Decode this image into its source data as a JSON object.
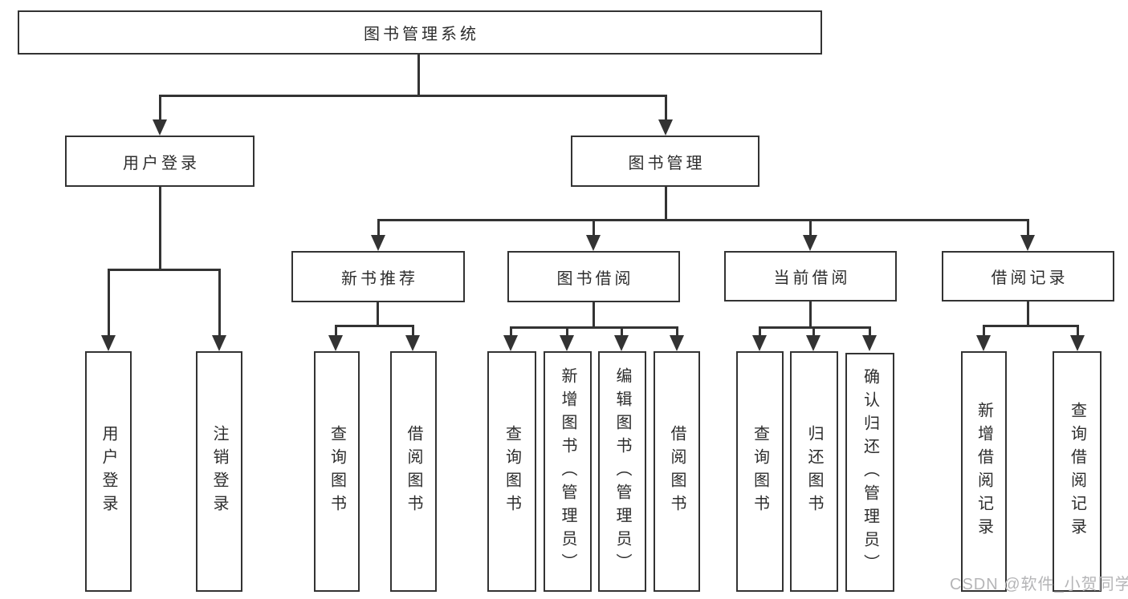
{
  "diagram": {
    "root": "图书管理系统",
    "userLogin": {
      "label": "用户登录",
      "children": [
        "用户登录",
        "注销登录"
      ]
    },
    "bookMgmt": {
      "label": "图书管理",
      "sections": {
        "newBookRec": {
          "label": "新书推荐",
          "children": [
            "查询图书",
            "借阅图书"
          ]
        },
        "bookBorrow": {
          "label": "图书借阅",
          "children": [
            "查询图书",
            "新增图书（管理员）",
            "编辑图书（管理员）",
            "借阅图书"
          ]
        },
        "currentBorrow": {
          "label": "当前借阅",
          "children": [
            "查询图书",
            "归还图书",
            "确认归还（管理员）"
          ]
        },
        "borrowRecord": {
          "label": "借阅记录",
          "children": [
            "新增借阅记录",
            "查询借阅记录"
          ]
        }
      }
    }
  },
  "watermark": "CSDN @软件_小贺同学",
  "colors": {
    "line": "#333333",
    "background": "#ffffff",
    "watermark": "#b5b5b7"
  }
}
